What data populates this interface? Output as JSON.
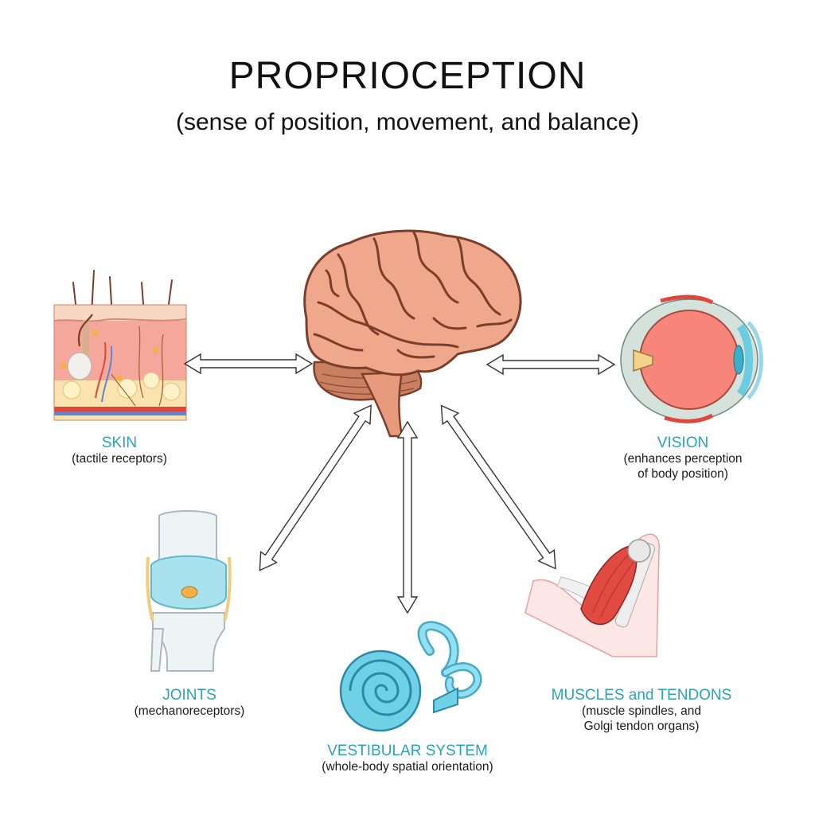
{
  "title": "PROPRIOCEPTION",
  "subtitle": "(sense of position, movement, and balance)",
  "colors": {
    "accent": "#2aa3b8",
    "brain": "#f0a88c",
    "brain_outline": "#7a3e2a",
    "cerebellum": "#c98060",
    "inner_ear": "#6fd0e6",
    "arrow_fill": "#ffffff",
    "arrow_stroke": "#333333"
  },
  "icons": {
    "center": "brain-icon",
    "skin": "skin-layers-icon",
    "vision": "eyeball-icon",
    "joints": "knee-joint-icon",
    "vestibular": "inner-ear-icon",
    "muscles": "arm-muscles-icon"
  },
  "nodes": {
    "skin": {
      "label": "SKIN",
      "sub": [
        "(tactile receptors)"
      ]
    },
    "vision": {
      "label": "VISION",
      "sub": [
        "(enhances perception",
        "of body position)"
      ]
    },
    "joints": {
      "label": "JOINTS",
      "sub": [
        "(mechanoreceptors)"
      ]
    },
    "vestibular": {
      "label": "VESTIBULAR SYSTEM",
      "sub": [
        "(whole-body spatial orientation)"
      ]
    },
    "muscles": {
      "label": "MUSCLES and TENDONS",
      "sub": [
        "(muscle spindles, and",
        "Golgi tendon organs)"
      ]
    }
  }
}
